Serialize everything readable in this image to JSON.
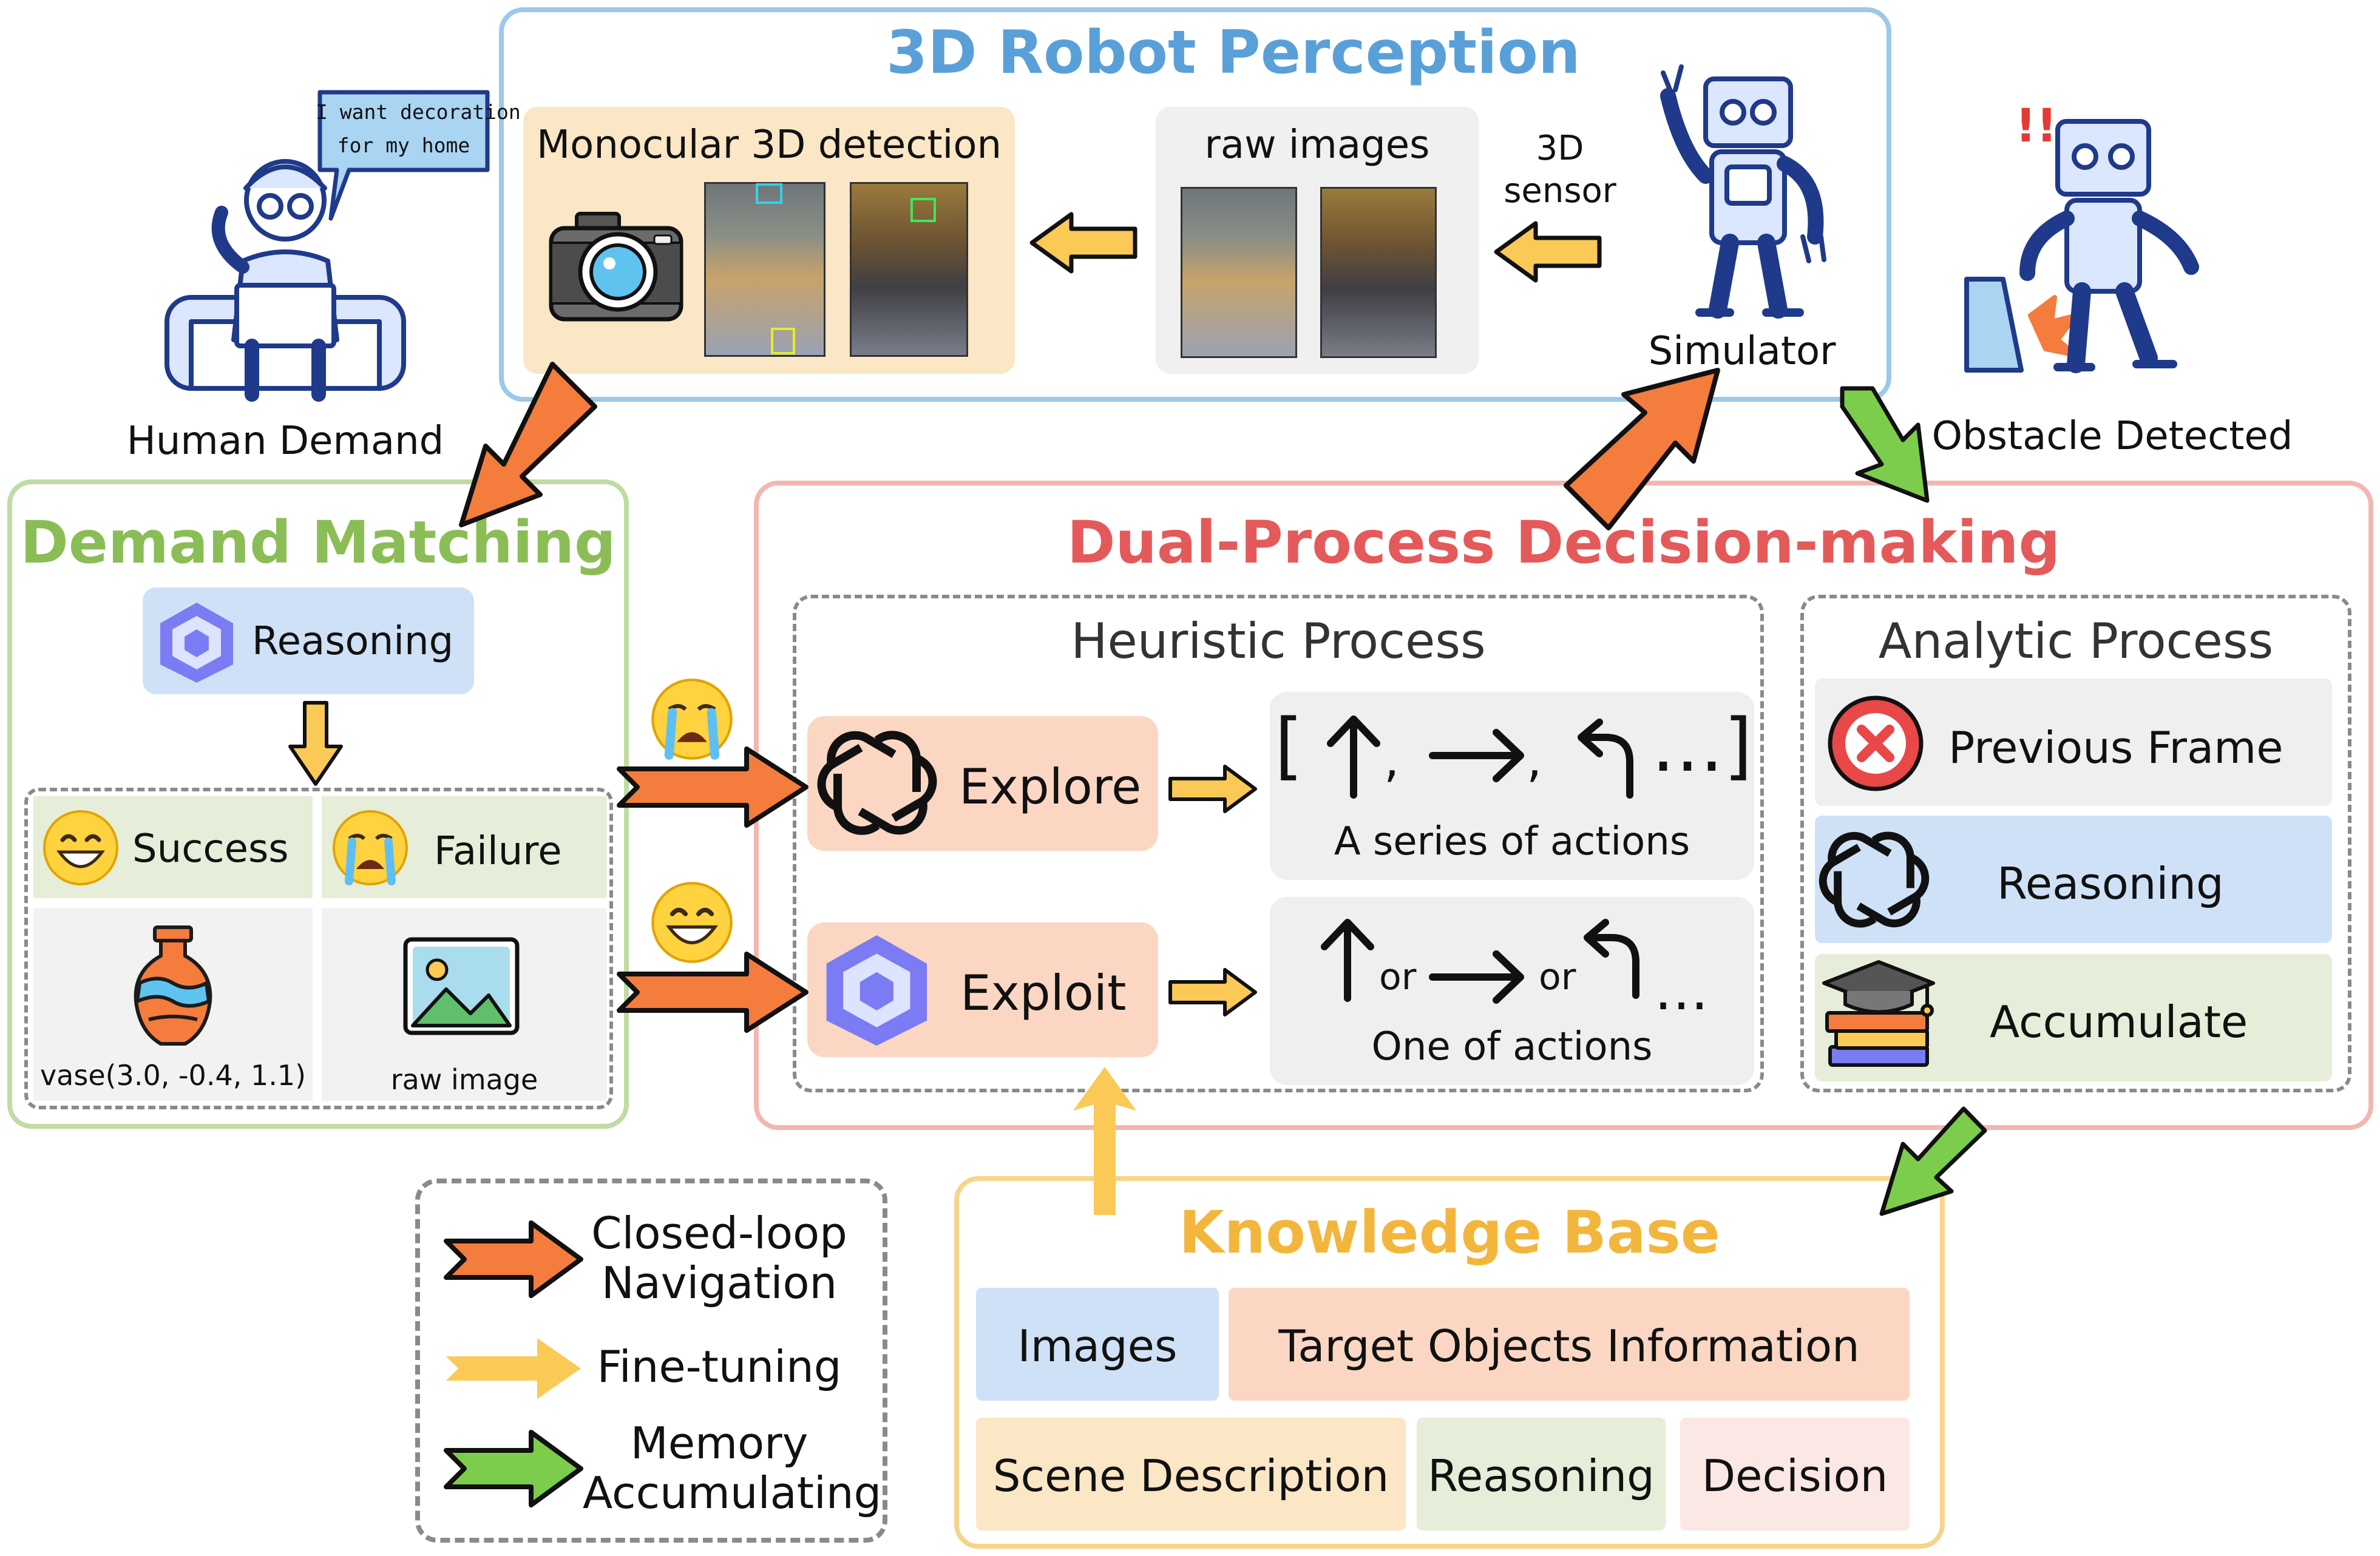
{
  "perception": {
    "title": "3D Robot Perception",
    "mono_label": "Monocular 3D detection",
    "raw_label": "raw images",
    "sensor_label_1": "3D",
    "sensor_label_2": "sensor",
    "simulator_label": "Simulator"
  },
  "human": {
    "speech_1": "I want decoration",
    "speech_2": "for my home",
    "label": "Human Demand"
  },
  "obstacle": {
    "marks": "!!",
    "label": "Obstacle Detected"
  },
  "demand": {
    "title": "Demand Matching",
    "reasoning": "Reasoning",
    "success": "Success",
    "failure": "Failure",
    "vase_coord": "vase(3.0, -0.4, 1.1)",
    "raw_image": "raw image"
  },
  "dual": {
    "title": "Dual-Process Decision-making",
    "heuristic": {
      "title": "Heuristic Process",
      "explore": "Explore",
      "exploit": "Exploit",
      "series_caption": "A series of actions",
      "series_open": "[",
      "series_close": "…]",
      "series_sep": ",",
      "one_caption": "One of actions",
      "or": "or",
      "ellipsis": "…"
    },
    "analytic": {
      "title": "Analytic Process",
      "previous_frame": "Previous Frame",
      "reasoning": "Reasoning",
      "accumulate": "Accumulate"
    }
  },
  "legend": {
    "closed_loop_1": "Closed-loop",
    "closed_loop_2": "Navigation",
    "fine_tuning": "Fine-tuning",
    "memory_1": "Memory",
    "memory_2": "Accumulating"
  },
  "kb": {
    "title": "Knowledge Base",
    "images": "Images",
    "target_info": "Target Objects Information",
    "scene": "Scene Description",
    "reasoning": "Reasoning",
    "decision": "Decision"
  },
  "colors": {
    "perception_blue": "#5aa0d8",
    "demand_green": "#8bbd56",
    "dual_red": "#e45a5a",
    "kb_orange": "#f3b63d",
    "arrow_orange": "#f47c3c",
    "arrow_yellow": "#fbc955",
    "arrow_green": "#7ccd4b"
  }
}
